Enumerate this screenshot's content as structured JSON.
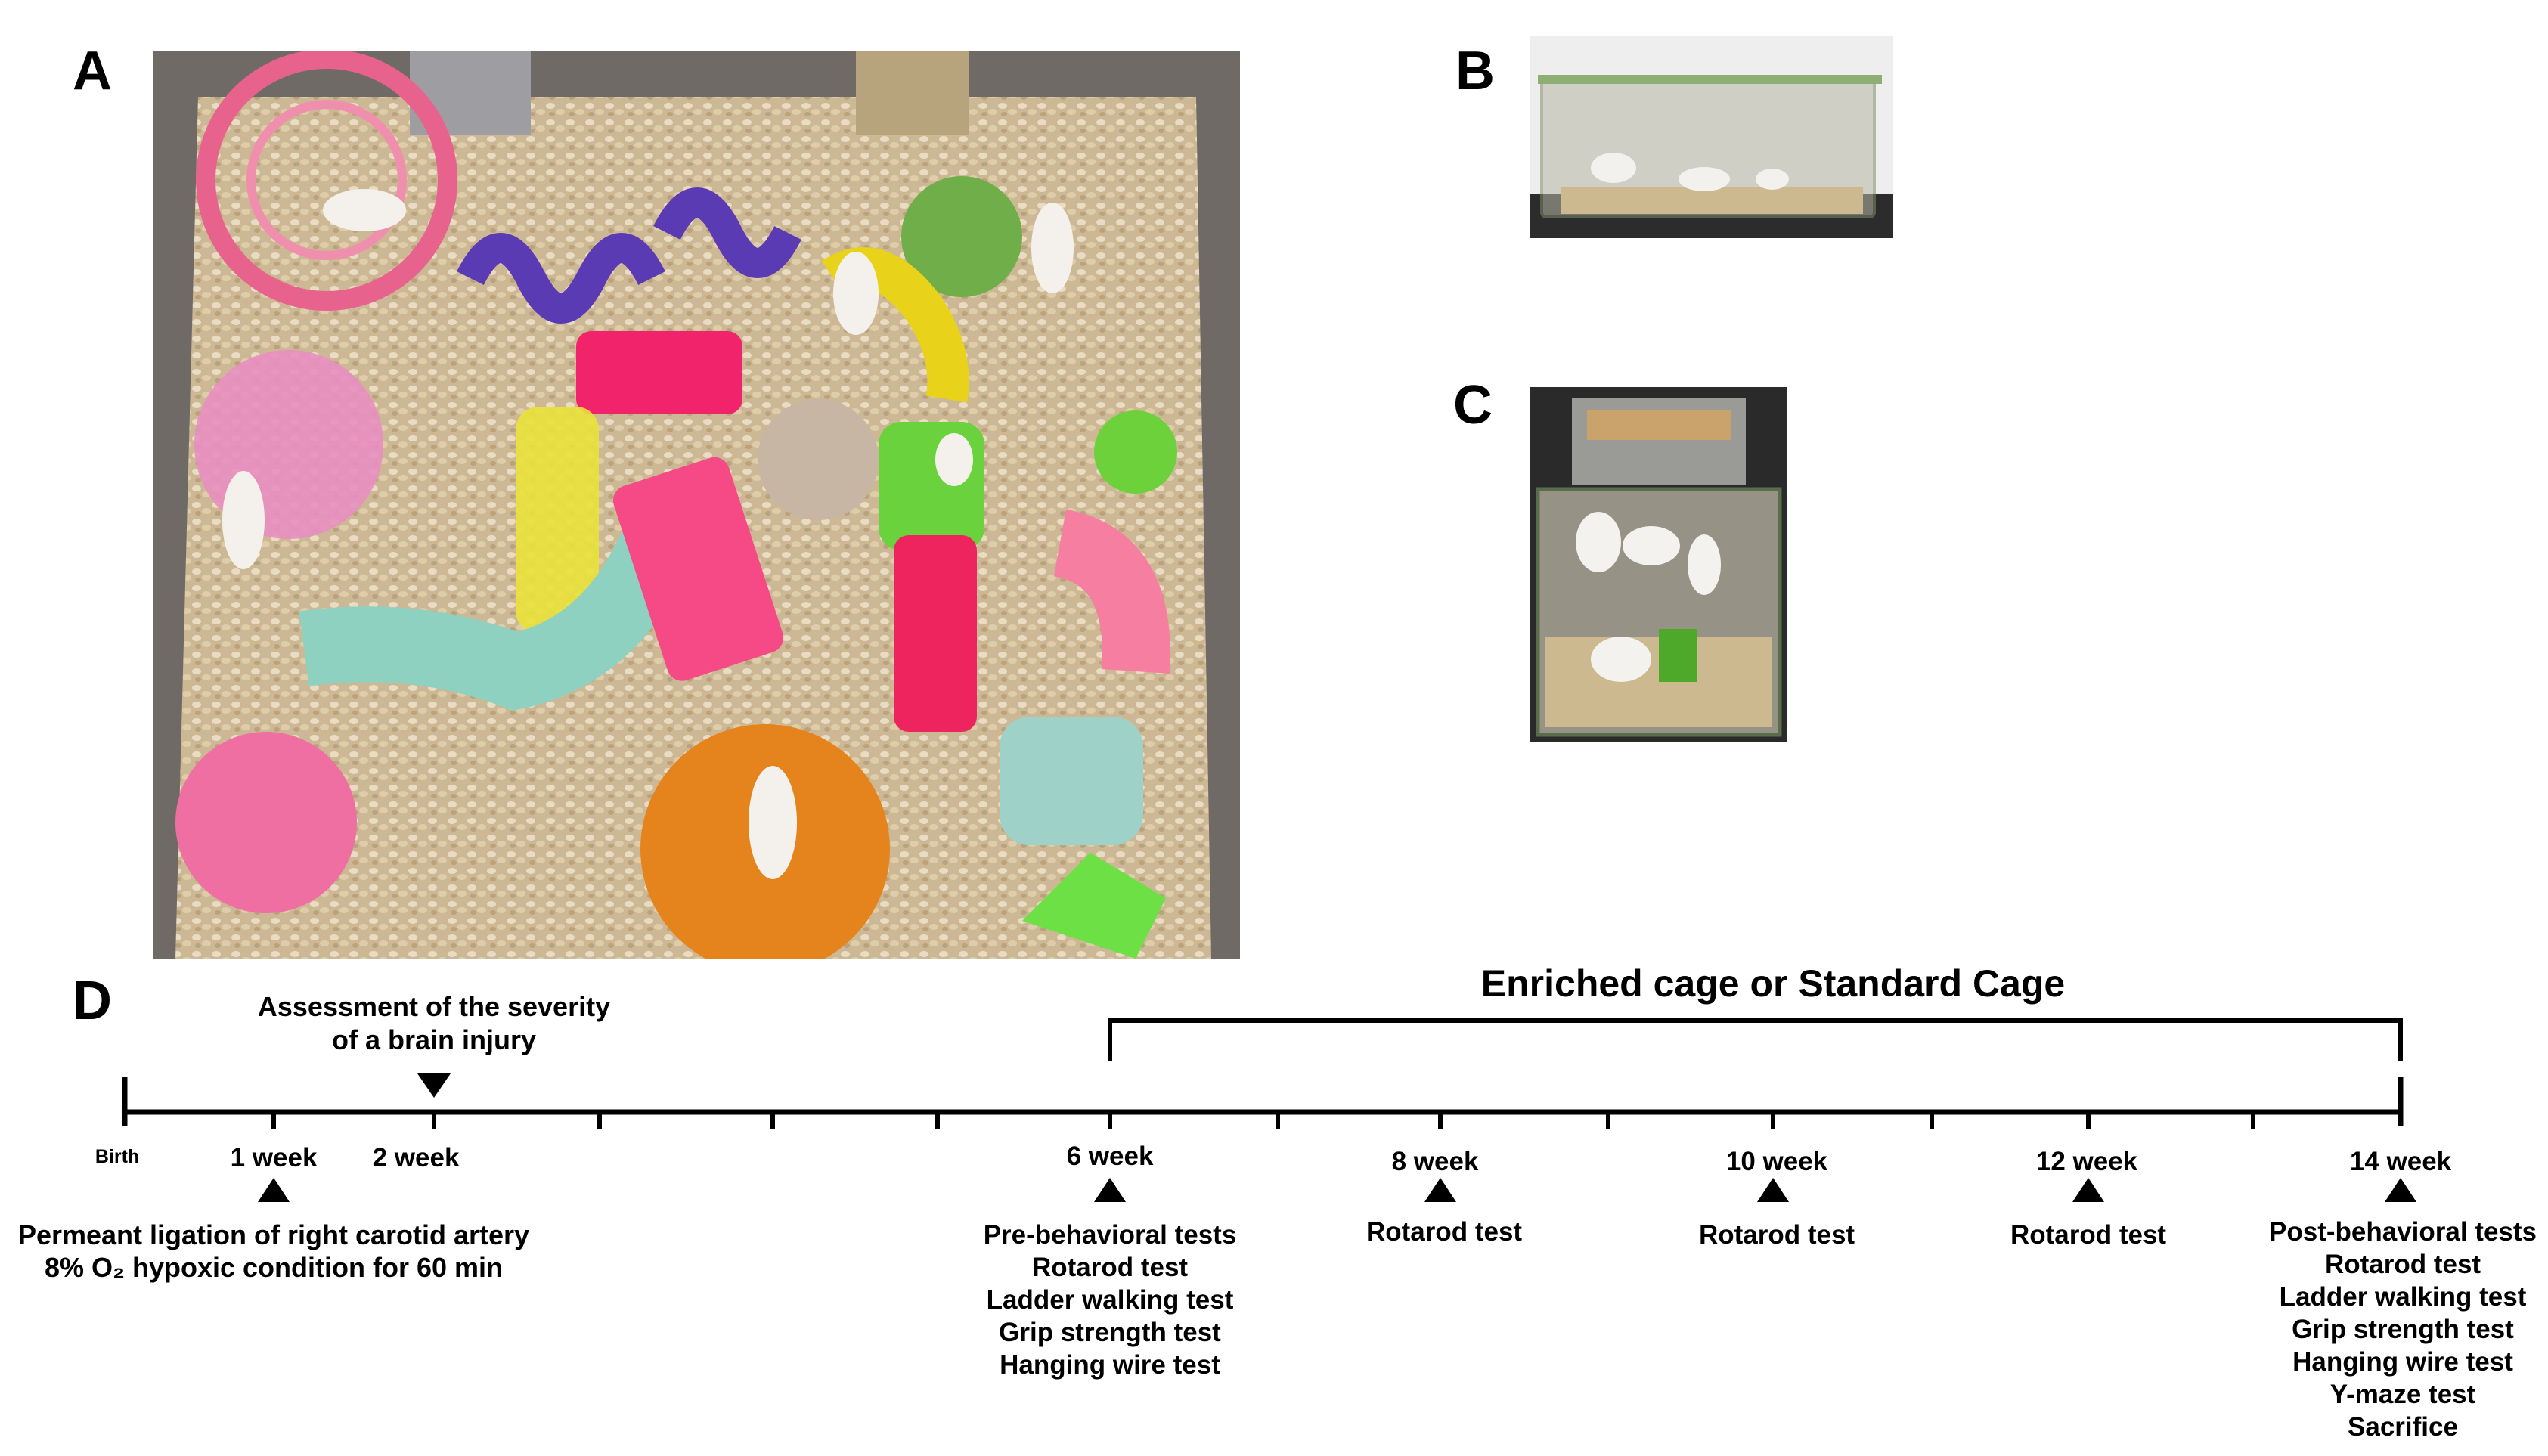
{
  "panels": {
    "a": "A",
    "b": "B",
    "c": "C",
    "d": "D"
  },
  "timeline": {
    "header": "Enriched cage or Standard Cage",
    "assessment_lines": [
      "Assessment of the severity",
      "of a brain injury"
    ],
    "labels": {
      "birth": "Birth",
      "w1": "1 week",
      "w2": "2 week",
      "w6": "6 week",
      "w8": "8 week",
      "w10": "10 week",
      "w12": "12 week",
      "w14": "14 week"
    },
    "week1_events": [
      "Permeant ligation of right carotid artery",
      "8% O₂ hypoxic condition for 60 min"
    ],
    "week6_events": [
      "Pre-behavioral tests",
      "Rotarod test",
      "Ladder walking test",
      "Grip strength test",
      "Hanging wire test"
    ],
    "week8_events": [
      "Rotarod test"
    ],
    "week10_events": [
      "Rotarod test"
    ],
    "week12_events": [
      "Rotarod test"
    ],
    "week14_events": [
      "Post-behavioral tests",
      "Rotarod test",
      "Ladder walking test",
      "Grip strength test",
      "Hanging wire test",
      "Y-maze test",
      "Sacrifice"
    ]
  }
}
